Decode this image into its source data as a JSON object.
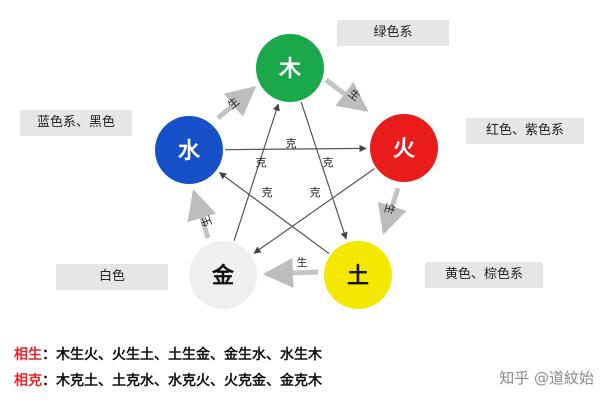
{
  "elements": [
    {
      "key": "wood",
      "char": "木",
      "color": "#1aa84a",
      "text_color": "#ffffff",
      "note": "绿色系"
    },
    {
      "key": "fire",
      "char": "火",
      "color": "#ea1b1b",
      "text_color": "#ffffff",
      "note": "红色、紫色系"
    },
    {
      "key": "earth",
      "char": "土",
      "color": "#f5e800",
      "text_color": "#111111",
      "note": "黄色、棕色系"
    },
    {
      "key": "metal",
      "char": "金",
      "color": "#efefef",
      "text_color": "#111111",
      "note": "白色"
    },
    {
      "key": "water",
      "char": "水",
      "color": "#1550c8",
      "text_color": "#ffffff",
      "note": "蓝色系、黑色"
    }
  ],
  "arrow_labels": {
    "generate": "生",
    "overcome": "克"
  },
  "legend": {
    "generate_key": "相生",
    "generate_text": "：木生火、火生土、土生金、金生水、水生木",
    "overcome_key": "相克",
    "overcome_text": "：木克土、土克水、水克火、火克金、金克木"
  },
  "watermark": "知乎 @道紋始"
}
